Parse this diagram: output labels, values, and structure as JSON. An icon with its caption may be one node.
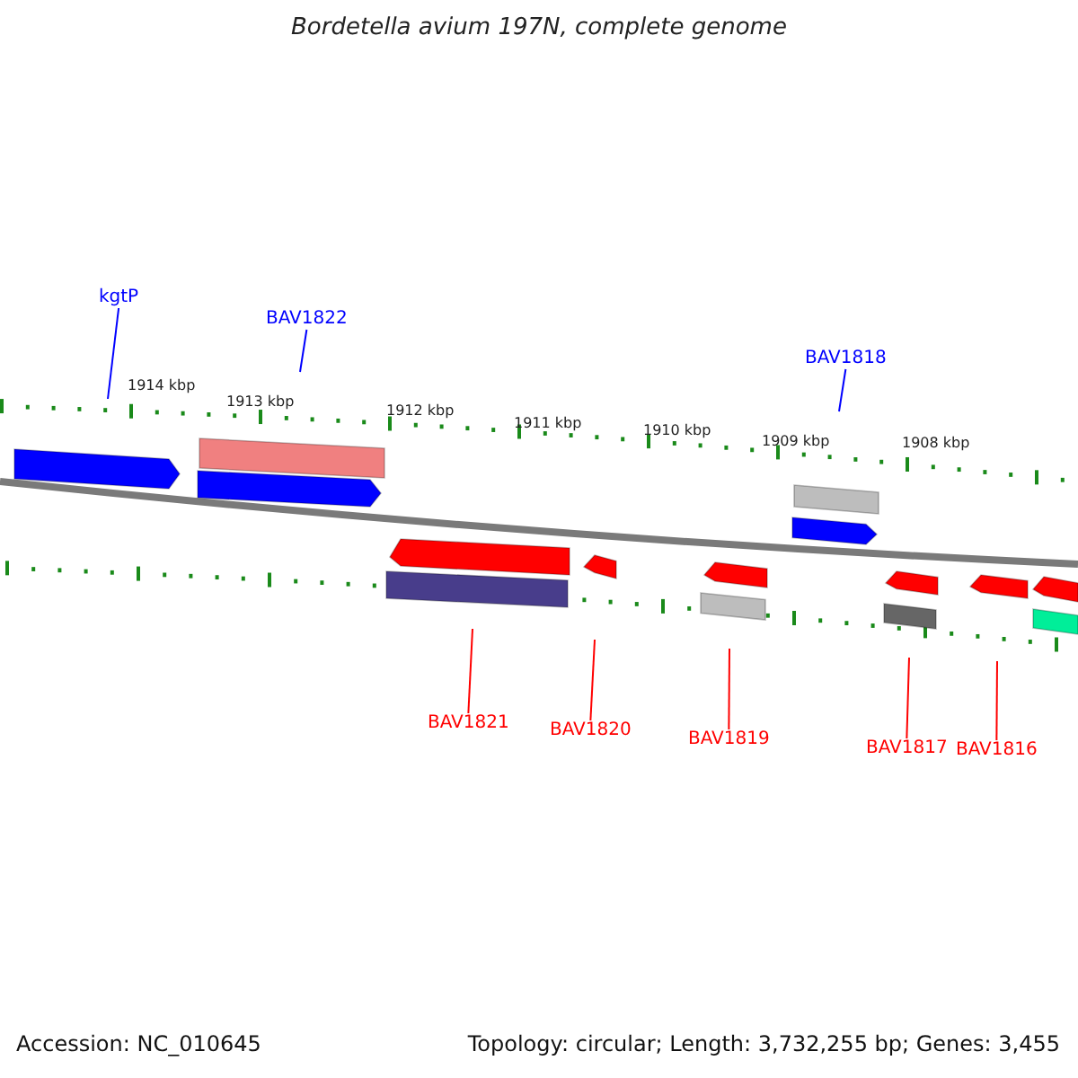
{
  "diagram": {
    "title": "Bordetella avium 197N, complete genome",
    "nodes": [
      {
        "text": [
          "kgtP"
        ]
      },
      {
        "text": [
          "BAV1822"
        ]
      },
      {
        "text": [
          "BAV1818"
        ]
      },
      {
        "text": [
          "BAV1821"
        ]
      },
      {
        "text": [
          "BAV1820"
        ]
      },
      {
        "text": [
          "BAV1819"
        ]
      },
      {
        "text": [
          "BAV1817"
        ]
      },
      {
        "text": [
          "BAV1816"
        ]
      }
    ],
    "edges": [
      {
        "from": 0,
        "to": null,
        "arrow": "none",
        "color": "#0000ff"
      },
      {
        "from": 1,
        "to": null,
        "arrow": "none",
        "color": "#0000ff"
      },
      {
        "from": 2,
        "to": null,
        "arrow": "none",
        "color": "#0000ff"
      },
      {
        "from": 3,
        "to": null,
        "arrow": "none"
      },
      {
        "from": 4,
        "to": null,
        "arrow": "none"
      },
      {
        "from": 5,
        "to": null,
        "arrow": "none"
      },
      {
        "from": 6,
        "to": null,
        "arrow": "none"
      },
      {
        "from": 7,
        "to": null,
        "arrow": "none"
      }
    ],
    "labels": [
      "1914 kbp",
      "1913 kbp",
      "1912 kbp",
      "1911 kbp",
      "1910 kbp",
      "1909 kbp",
      "1908 kbp",
      "Accession: NC_010645",
      "Topology: circular; Length: 3,732,255 bp; Genes: 3,455"
    ]
  }
}
